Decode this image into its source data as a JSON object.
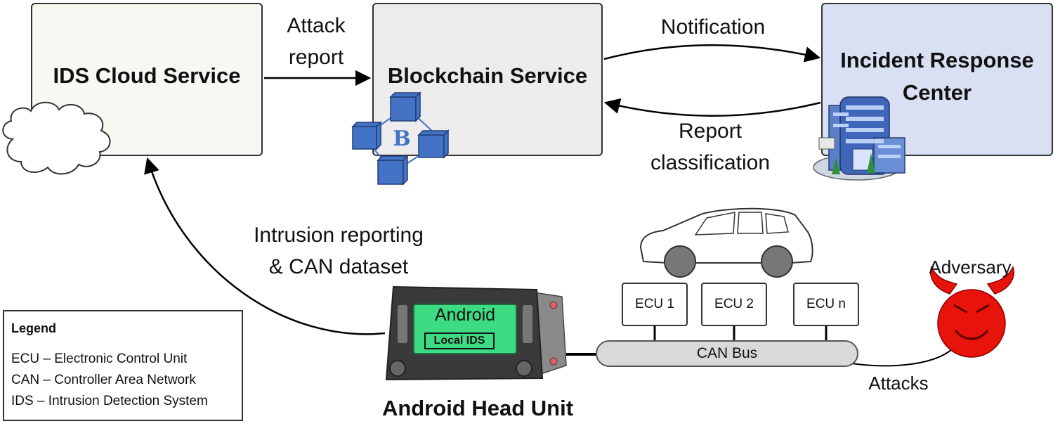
{
  "nodes": {
    "ids_cloud": "IDS Cloud Service",
    "blockchain": "Blockchain Service",
    "blockchain_logo_letter": "B",
    "incident_line1": "Incident Response",
    "incident_line2": "Center",
    "head_unit": "Android Head Unit",
    "screen_title": "Android",
    "screen_badge": "Local IDS",
    "adversary": "Adversary"
  },
  "edges": {
    "attack_report_line1": "Attack",
    "attack_report_line2": "report",
    "notification": "Notification",
    "report_class_line1": "Report",
    "report_class_line2": "classification",
    "intrusion_line1": "Intrusion reporting",
    "intrusion_line2": "& CAN dataset",
    "attacks": "Attacks"
  },
  "vehicle": {
    "ecus": [
      "ECU 1",
      "ECU 2",
      "ECU n"
    ],
    "bus": "CAN Bus"
  },
  "legend": {
    "title": "Legend",
    "items": [
      "ECU – Electronic Control Unit",
      "CAN – Controller Area Network",
      "IDS – Intrusion Detection System"
    ]
  },
  "colors": {
    "cloud_box": "#f7f8f2",
    "blockchain_box": "#ececec",
    "incident_box": "#d9e0f3",
    "cube": "#4472c4",
    "screen": "#3ddc84",
    "adversary": "#e8140c"
  }
}
